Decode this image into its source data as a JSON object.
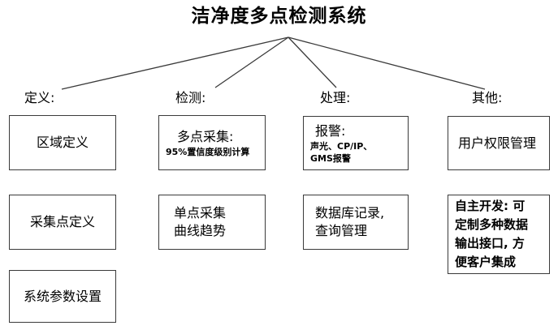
{
  "diagram": {
    "title": "洁净度多点检测系统",
    "branches": [
      {
        "label": "定义:"
      },
      {
        "label": "检测:"
      },
      {
        "label": "处理:"
      },
      {
        "label": "其他:"
      }
    ],
    "nodes": {
      "region_definition": "区域定义",
      "multi_point_head": "多点采集:",
      "multi_point_sub": "95%置信度级别计算",
      "alarm_head": "报警:",
      "alarm_sub": "声光、CP/IP、\nGMS报警",
      "user_permission": "用户权限管理",
      "collect_point_definition": "采集点定义",
      "single_point": "单点采集\n曲线趋势",
      "database": "数据库记录,\n查询管理",
      "self_developed": "自主开发: 可\n定制多种数据\n输出接口, 方\n便客户集成",
      "system_params": "系统参数设置"
    }
  },
  "style": {
    "line_color": "#3a3a3a",
    "box_border": "#3a3a3a",
    "background": "#ffffff",
    "text_color": "#000000"
  }
}
